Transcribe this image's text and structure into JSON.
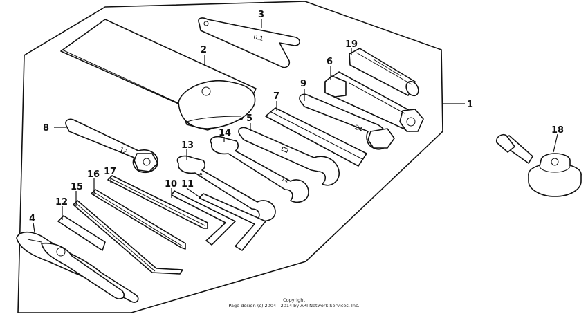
{
  "callouts": [
    {
      "id": "1",
      "label": "1"
    },
    {
      "id": "2",
      "label": "2"
    },
    {
      "id": "3",
      "label": "3"
    },
    {
      "id": "4",
      "label": "4"
    },
    {
      "id": "5",
      "label": "5"
    },
    {
      "id": "6",
      "label": "6"
    },
    {
      "id": "7",
      "label": "7"
    },
    {
      "id": "8",
      "label": "8"
    },
    {
      "id": "9",
      "label": "9"
    },
    {
      "id": "10",
      "label": "10"
    },
    {
      "id": "11",
      "label": "11"
    },
    {
      "id": "12",
      "label": "12"
    },
    {
      "id": "13",
      "label": "13"
    },
    {
      "id": "14",
      "label": "14"
    },
    {
      "id": "15",
      "label": "15"
    },
    {
      "id": "16",
      "label": "16"
    },
    {
      "id": "17",
      "label": "17"
    },
    {
      "id": "18",
      "label": "18"
    },
    {
      "id": "19",
      "label": "19"
    }
  ],
  "tool_markings": {
    "feeler_gauge": "0.1",
    "wrench_8": "12",
    "wrench_13": "8",
    "wrench_14": "14",
    "wrench_9": "24"
  },
  "footer": {
    "line1": "Copyright",
    "line2": "Page design (c) 2004 - 2014 by ARI Network Services, Inc."
  }
}
